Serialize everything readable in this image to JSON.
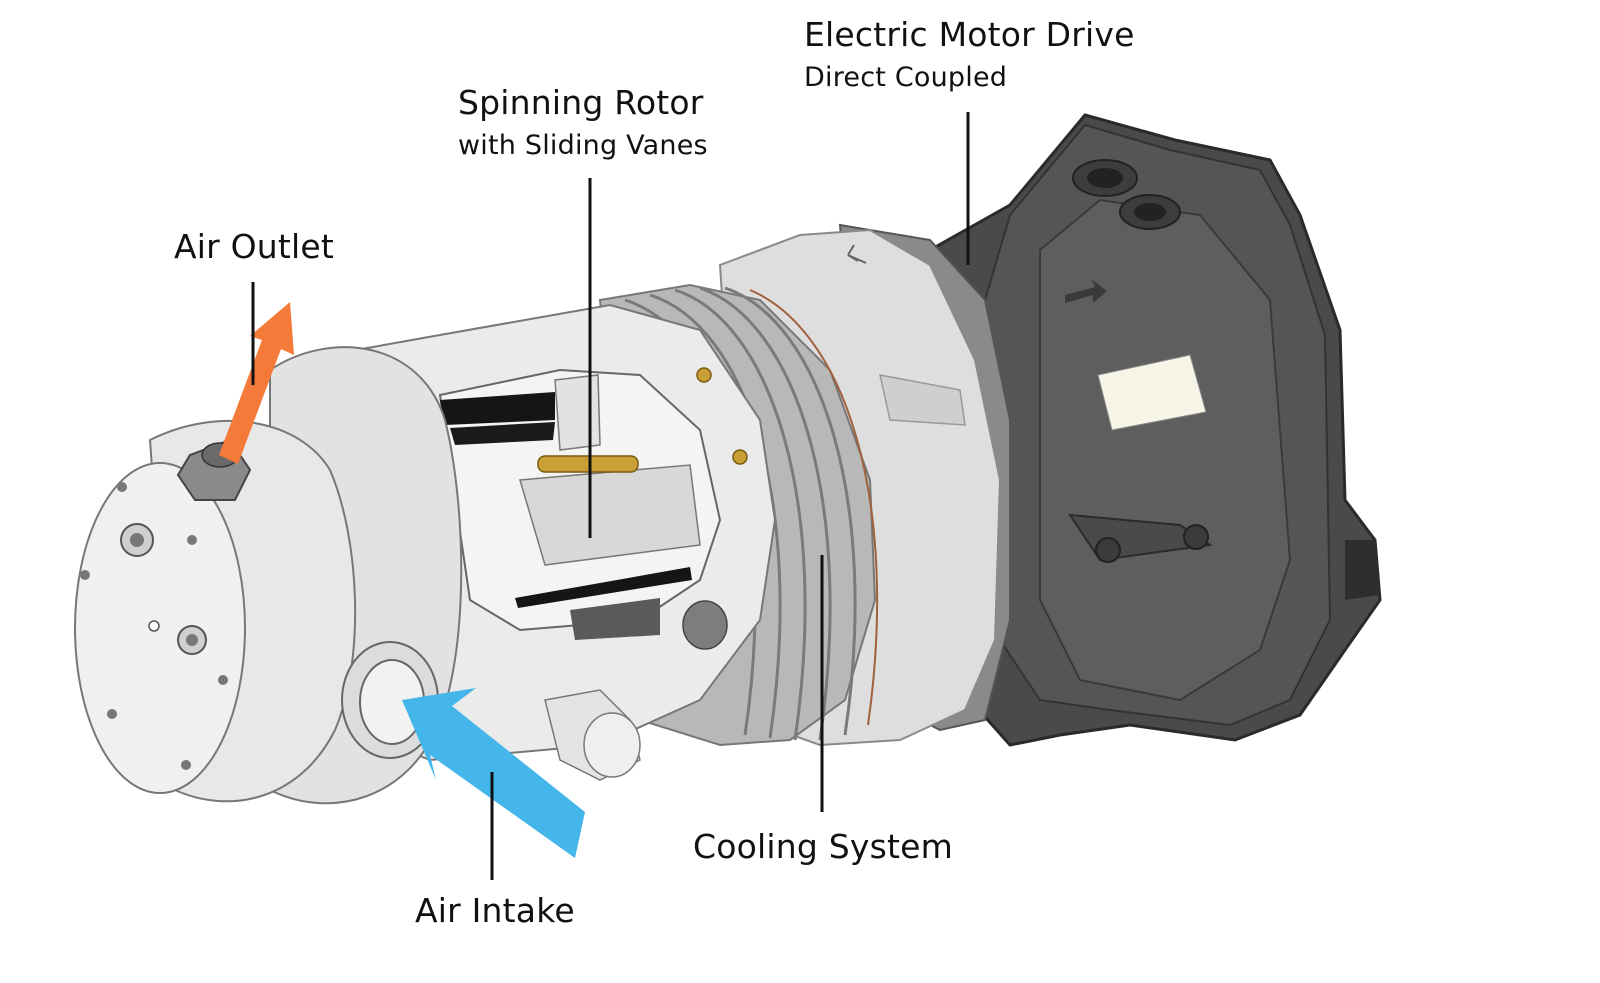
{
  "labels": {
    "motor_drive": {
      "title": "Electric Motor Drive",
      "subtitle": "Direct Coupled"
    },
    "rotor": {
      "title": "Spinning Rotor",
      "subtitle": "with Sliding Vanes"
    },
    "air_outlet": "Air Outlet",
    "air_intake": "Air Intake",
    "cooling": "Cooling System"
  },
  "colors": {
    "outlet_arrow": "#F47A3A",
    "intake_arrow": "#45B6EA",
    "housing_light": "#E6E6E6",
    "cooling_fins": "#B5B5B5",
    "motor_dark": "#4A4A4A",
    "leader_line": "#111111"
  }
}
